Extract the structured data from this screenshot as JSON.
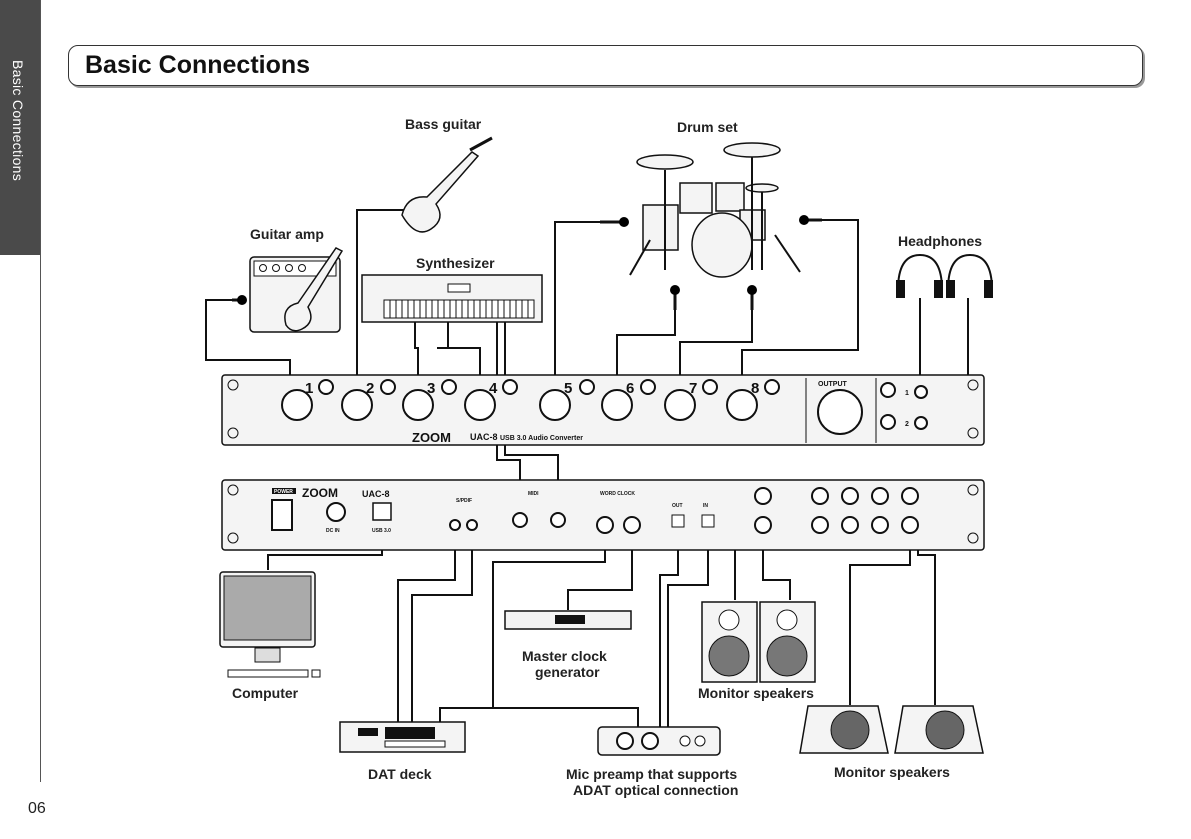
{
  "sidebar_tab": "Basic Connections",
  "title": "Basic Connections",
  "page_number": "06",
  "labels": {
    "bass_guitar": "Bass guitar",
    "drum_set": "Drum set",
    "guitar_amp": "Guitar amp",
    "synthesizer": "Synthesizer",
    "headphones": "Headphones",
    "computer": "Computer",
    "master_clock_line1": "Master clock",
    "master_clock_line2": "generator",
    "monitor_speakers_near": "Monitor speakers",
    "dat_deck": "DAT deck",
    "mic_preamp_line1": "Mic preamp that supports",
    "mic_preamp_line2": "ADAT optical connection",
    "monitor_speakers_floor": "Monitor speakers"
  },
  "device": {
    "brand": "ZOOM",
    "model": "UAC-8",
    "front_subtitle": "USB 3.0 Audio Converter",
    "channels": [
      "1",
      "2",
      "3",
      "4",
      "5",
      "6",
      "7",
      "8"
    ],
    "output_label": "OUTPUT",
    "phones": [
      "1",
      "2"
    ],
    "rear": {
      "power": "POWER",
      "dc_in": "DC IN",
      "usb": "USB 3.0",
      "spdif": "S/PDIF",
      "midi": "MIDI",
      "word_clock": "WORD CLOCK",
      "out": "OUT",
      "in": "IN"
    }
  }
}
